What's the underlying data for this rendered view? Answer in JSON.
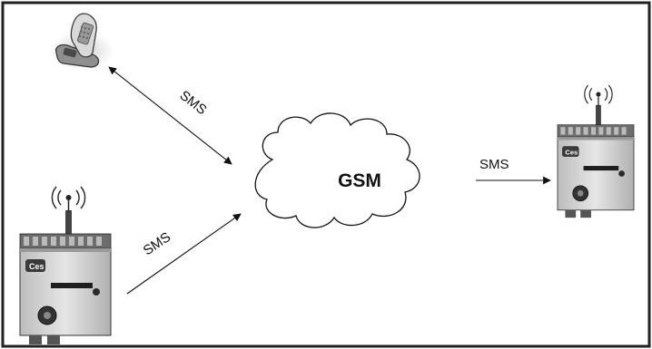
{
  "diagram": {
    "center_node": {
      "label": "GSM",
      "shape": "cloud"
    },
    "nodes": [
      {
        "id": "mobile-phone",
        "icon": "mobile-phone-icon"
      },
      {
        "id": "gsm-module-left",
        "icon": "gsm-module-device-icon"
      },
      {
        "id": "gsm-module-right",
        "icon": "gsm-module-device-icon"
      }
    ],
    "edges": [
      {
        "from": "mobile-phone",
        "to": "gsm-cloud",
        "label": "SMS",
        "direction": "bidirectional"
      },
      {
        "from": "gsm-module-left",
        "to": "gsm-cloud",
        "label": "SMS",
        "direction": "to-cloud"
      },
      {
        "from": "gsm-cloud",
        "to": "gsm-module-right",
        "label": "SMS",
        "direction": "to-device"
      }
    ],
    "device_label_left": "Ces",
    "device_label_right": "Ces",
    "colors": {
      "border": "#222222",
      "line": "#111111",
      "cloud_fill": "#ffffff",
      "device_body": "#d4d4d4",
      "device_dark": "#3a3a3a"
    }
  }
}
